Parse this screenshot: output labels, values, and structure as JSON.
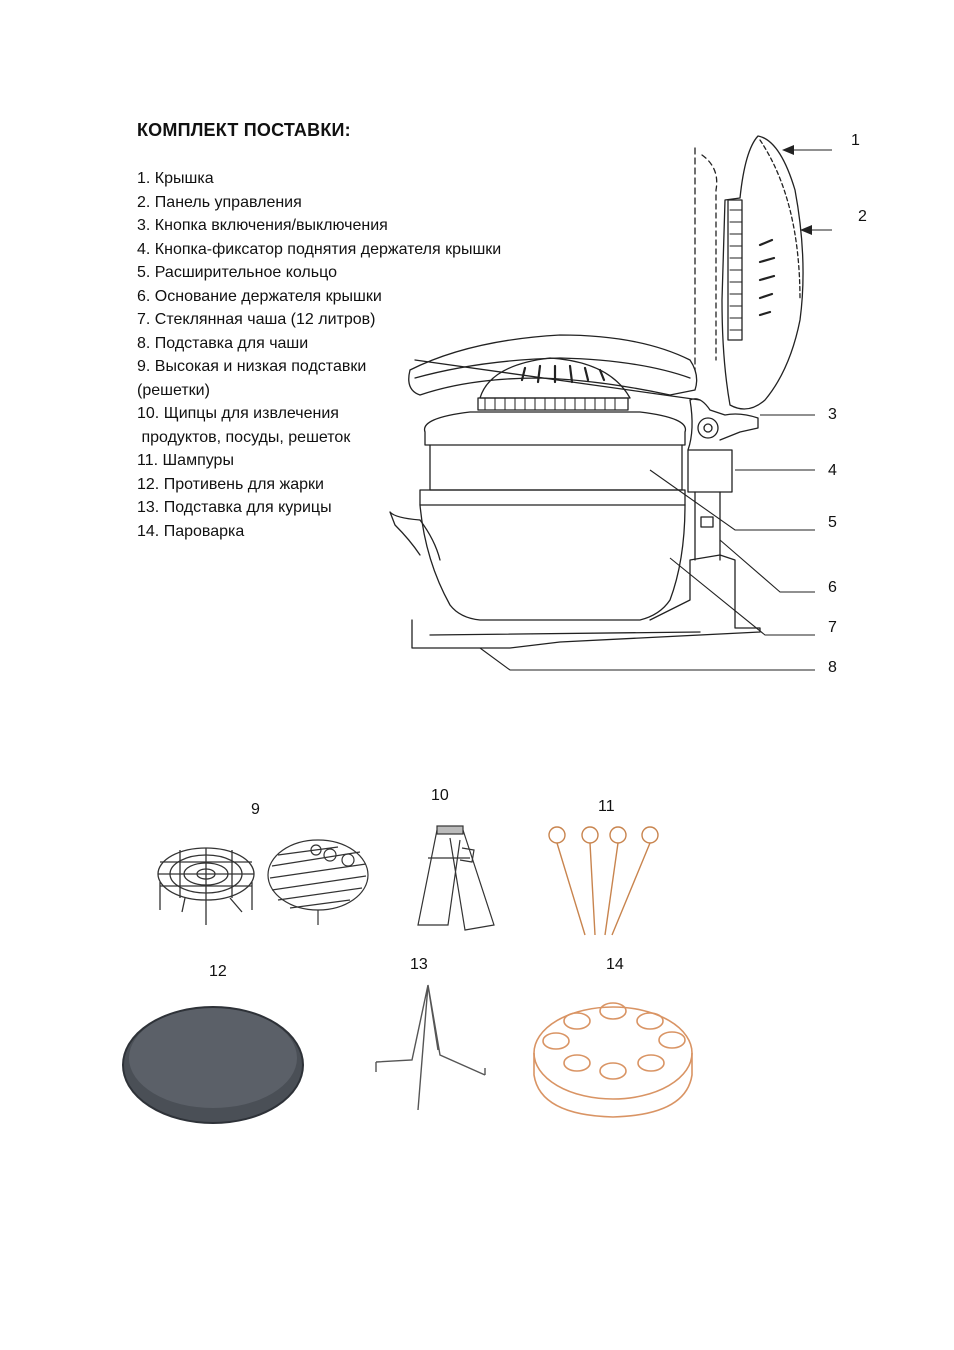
{
  "title": "КОМПЛЕКТ ПОСТАВКИ:",
  "parts": [
    "1. Крышка",
    "2. Панель управления",
    "3. Кнопка включения/выключения",
    "4. Кнопка-фиксатор поднятия держателя крышки",
    "5. Расширительное кольцо",
    "6. Основание держателя крышки",
    "7. Стеклянная чаша (12 литров)",
    "8. Подставка для чаши",
    "9. Высокая и низкая подставки",
    "(решетки)",
    "10. Щипцы для извлечения",
    " продуктов, посуды, решеток",
    "11. Шампуры",
    "12. Противень для жарки",
    "13. Подставка для курицы",
    "14. Пароварка"
  ],
  "diagram_callouts": [
    "1",
    "2",
    "3",
    "4",
    "5",
    "6",
    "7",
    "8"
  ],
  "accessory_labels": [
    "9",
    "10",
    "11",
    "12",
    "13",
    "14"
  ],
  "colors": {
    "line": "#222222",
    "skewer": "#c8844e",
    "steamer": "#d99464",
    "pan": "#4a4f56"
  }
}
